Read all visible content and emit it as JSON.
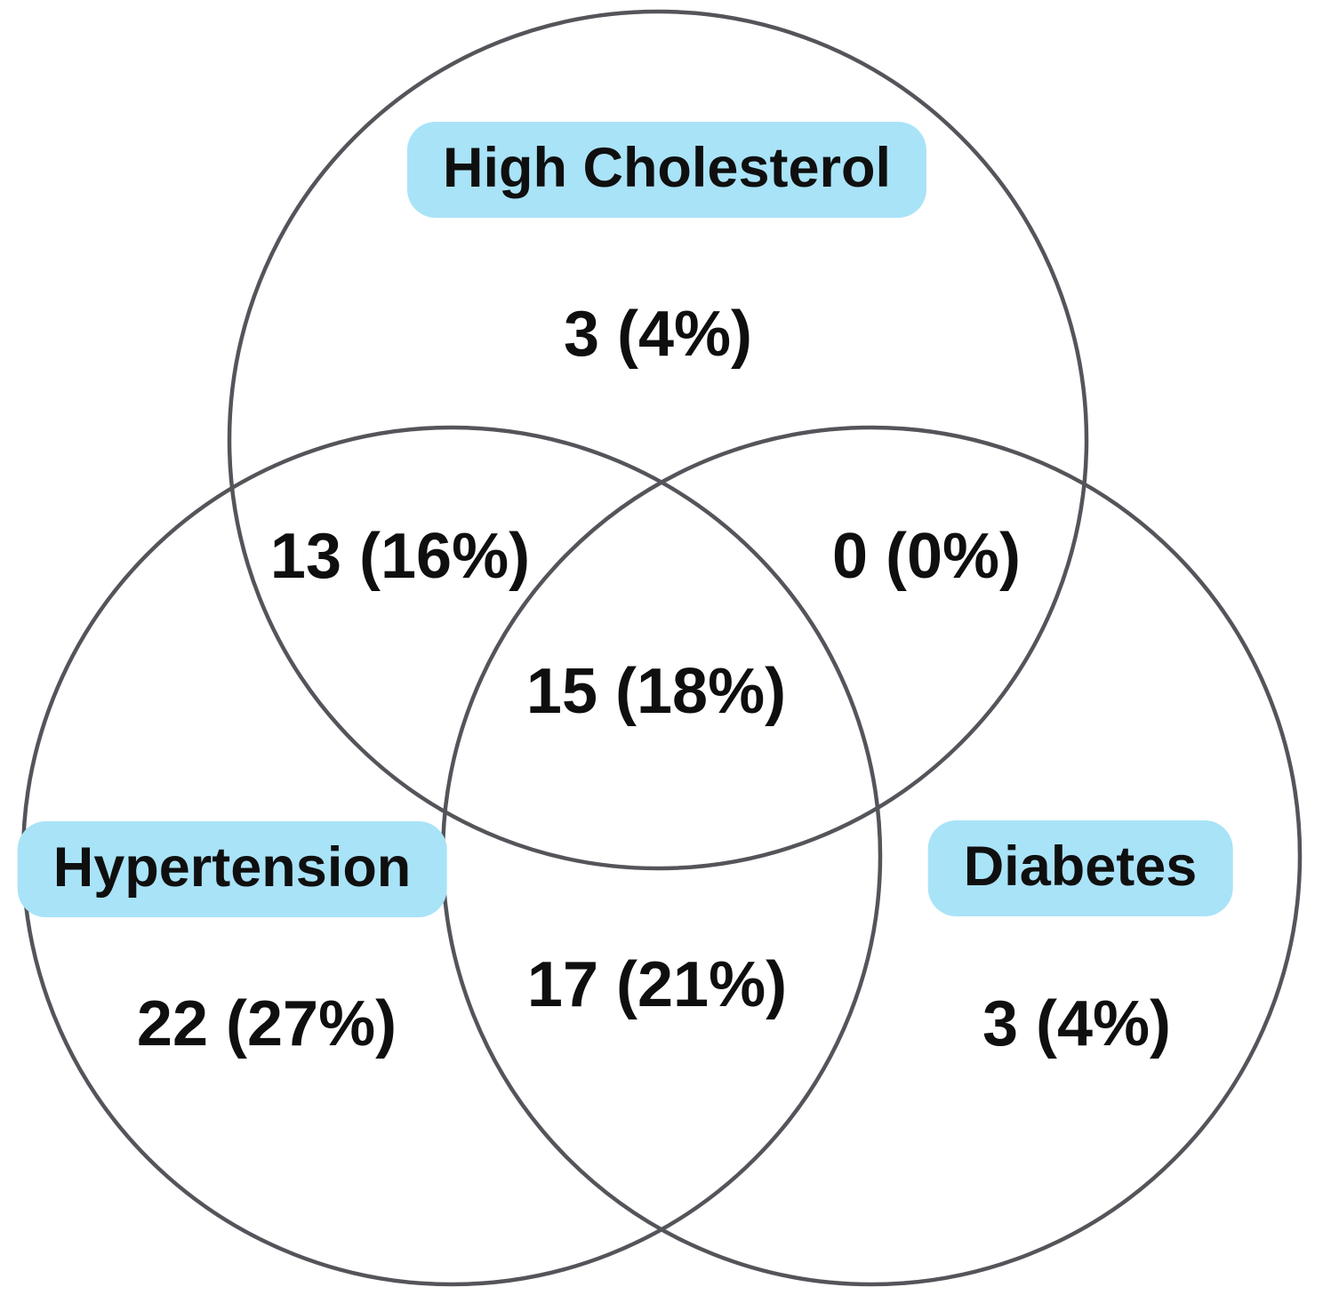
{
  "colors": {
    "background": "#ffffff",
    "circle_stroke": "#54555a",
    "label_pill_background": "#a9e3f8",
    "text": "#0f0f0f"
  },
  "chart_data": {
    "type": "venn",
    "title": "",
    "sets": [
      {
        "name": "High Cholesterol",
        "position": "top"
      },
      {
        "name": "Hypertension",
        "position": "bottom-left"
      },
      {
        "name": "Diabetes",
        "position": "bottom-right"
      }
    ],
    "regions": [
      {
        "sets": [
          "High Cholesterol"
        ],
        "count": 3,
        "percent": 4,
        "label": "3 (4%)"
      },
      {
        "sets": [
          "Hypertension",
          "High Cholesterol"
        ],
        "count": 13,
        "percent": 16,
        "label": "13 (16%)"
      },
      {
        "sets": [
          "High Cholesterol",
          "Diabetes"
        ],
        "count": 0,
        "percent": 0,
        "label": "0 (0%)"
      },
      {
        "sets": [
          "Hypertension",
          "High Cholesterol",
          "Diabetes"
        ],
        "count": 15,
        "percent": 18,
        "label": "15 (18%)"
      },
      {
        "sets": [
          "Hypertension"
        ],
        "count": 22,
        "percent": 27,
        "label": "22 (27%)"
      },
      {
        "sets": [
          "Hypertension",
          "Diabetes"
        ],
        "count": 17,
        "percent": 21,
        "label": "17 (21%)"
      },
      {
        "sets": [
          "Diabetes"
        ],
        "count": 3,
        "percent": 4,
        "label": "3 (4%)"
      }
    ]
  }
}
